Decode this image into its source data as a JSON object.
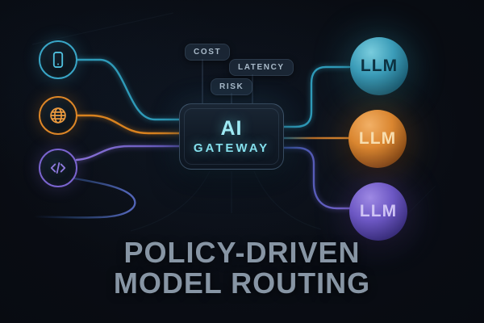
{
  "diagram": {
    "clients": [
      {
        "id": "mobile",
        "icon": "smartphone-icon"
      },
      {
        "id": "web",
        "icon": "globe-icon"
      },
      {
        "id": "developer",
        "icon": "code-brackets-icon"
      }
    ],
    "policy_tags": [
      {
        "label": "COST"
      },
      {
        "label": "LATENCY"
      },
      {
        "label": "RISK"
      }
    ],
    "gateway": {
      "title_line1": "AI",
      "title_line2": "GATEWAY"
    },
    "models": [
      {
        "label": "LLM",
        "color": "#3fb0cc"
      },
      {
        "label": "LLM",
        "color": "#e0862d"
      },
      {
        "label": "LLM",
        "color": "#7a64cf"
      }
    ],
    "caption": {
      "line1": "POLICY-DRIVEN",
      "line2": "MODEL ROUTING"
    },
    "colors": {
      "background": "#0a0e15",
      "teal": "#2f9ab8",
      "orange": "#d9821f",
      "purple": "#7a64cf",
      "caption_text": "#8795a4"
    }
  }
}
